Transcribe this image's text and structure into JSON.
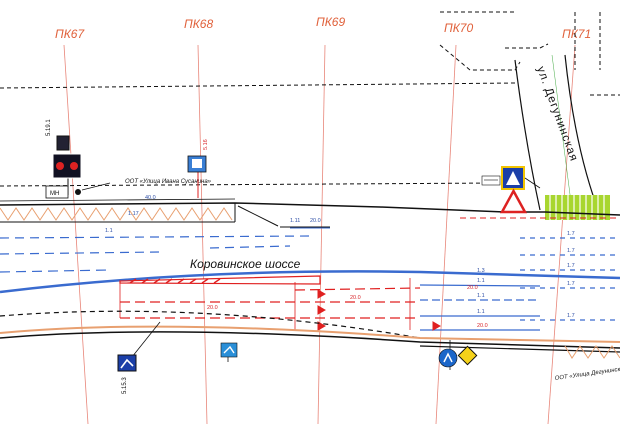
{
  "picket_labels": [
    "ПК67",
    "ПК68",
    "ПК69",
    "ПК70",
    "ПК71"
  ],
  "road_name": "Коровинское шоссе",
  "street_name": "ул. Дегунинская",
  "stop_top": "ООТ «Улица Ивана Сусанина»",
  "stop_bottom": "ООТ «Улица Дегунинская»",
  "marking_codes": {
    "upper_left": "1.17",
    "upper_1_1": "1.1",
    "upper_1_11": "1.11",
    "upper_200": "20.0",
    "upper_400": "40.0",
    "right_1_7_a": "1.7",
    "right_1_7_b": "1.7",
    "right_1_7_c": "1.7",
    "right_1_7_d": "1.7",
    "right_1_7_e": "1.7",
    "mid_1_3": "1.3",
    "mid_1_1_a": "1.1",
    "mid_1_1_b": "1.1",
    "mid_1_1_c": "1.1",
    "mid_200_a": "20.0",
    "mid_200_b": "20.0",
    "mid_200_c": "20.0",
    "mid_200_d": "20.0"
  },
  "sign_labels": {
    "mh": "МН",
    "sign_515_3": "5.15.3",
    "bus_sign_code": "5.16",
    "left_post_code": "5.19.1"
  },
  "colors": {
    "picket_line": "#e8867a",
    "marking_blue": "#3a6bcf",
    "marking_red": "#e02020",
    "road_edge": "#111111",
    "crosswalk_green": "#a8d630"
  }
}
